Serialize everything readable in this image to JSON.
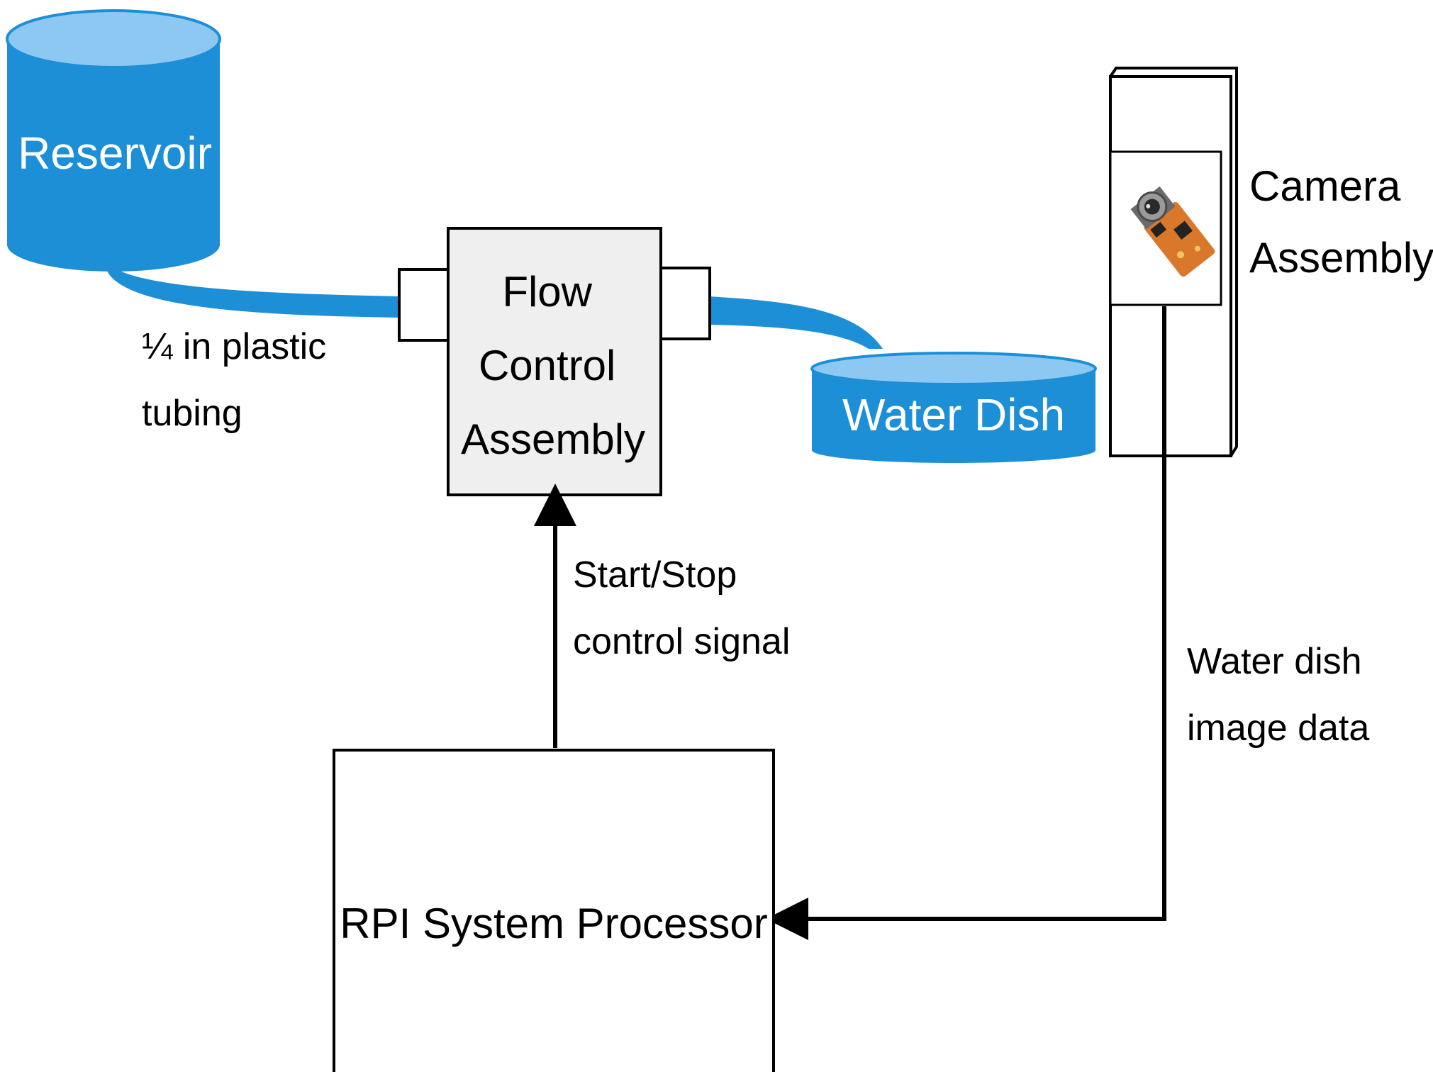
{
  "nodes": {
    "reservoir": "Reservoir",
    "flow_control": [
      "Flow",
      "Control",
      "Assembly"
    ],
    "water_dish": "Water Dish",
    "camera": [
      "Camera",
      "Assembly"
    ],
    "processor": "RPI System Processor"
  },
  "labels": {
    "tubing": [
      "¼ in plastic",
      "tubing"
    ],
    "control_signal": [
      "Start/Stop",
      "control signal"
    ],
    "image_data": [
      "Water dish",
      "image data"
    ]
  },
  "colors": {
    "water_fill": "#1C8FD6",
    "water_light": "#8DC8F2",
    "box_fill": "#EFEFEF",
    "stroke": "#000000",
    "white_text": "#FFFFFF"
  },
  "icons": {
    "camera_module": "camera-module-icon"
  }
}
